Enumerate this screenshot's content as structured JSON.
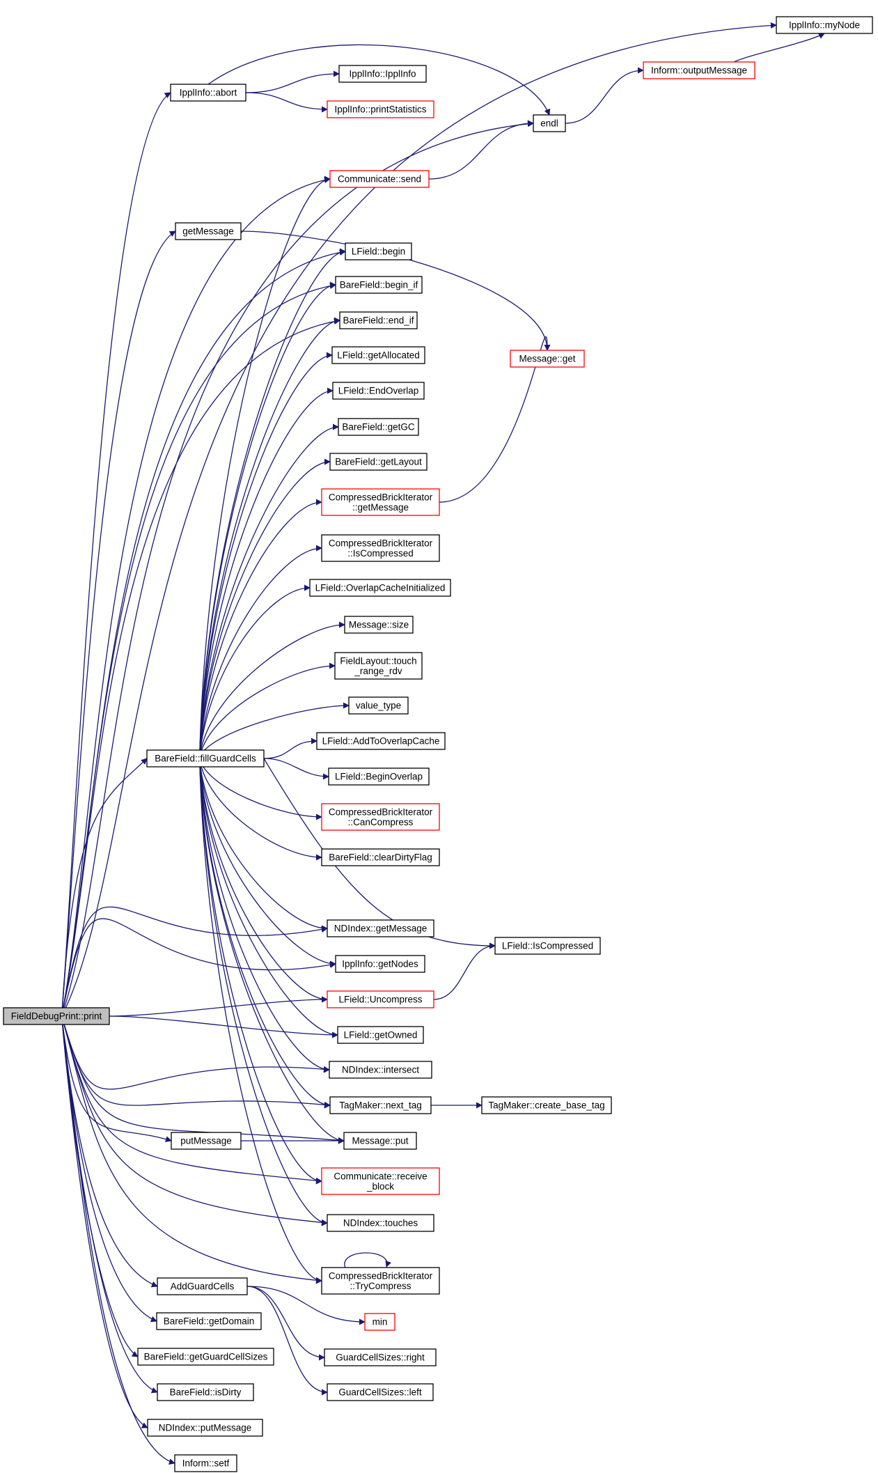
{
  "graph": {
    "root": "n0",
    "colors": {
      "edge": "#191970",
      "box_border": "#000000",
      "truncated_border": "#ff0000",
      "root_fill": "#bfbfbf"
    },
    "nodes": [
      {
        "id": "n0",
        "lines": [
          "FieldDebugPrint::print"
        ],
        "truncated": false,
        "root": true
      },
      {
        "id": "n1",
        "lines": [
          "IpplInfo::abort"
        ],
        "truncated": false
      },
      {
        "id": "n2",
        "lines": [
          "IpplInfo::myNode"
        ],
        "truncated": false
      },
      {
        "id": "n3",
        "lines": [
          "Inform::outputMessage"
        ],
        "truncated": true
      },
      {
        "id": "n4",
        "lines": [
          "IpplInfo::IpplInfo"
        ],
        "truncated": false
      },
      {
        "id": "n5",
        "lines": [
          "IpplInfo::printStatistics"
        ],
        "truncated": true
      },
      {
        "id": "n6",
        "lines": [
          "endl"
        ],
        "truncated": false
      },
      {
        "id": "n7",
        "lines": [
          "Communicate::send"
        ],
        "truncated": true
      },
      {
        "id": "n8",
        "lines": [
          "getMessage"
        ],
        "truncated": false
      },
      {
        "id": "n9",
        "lines": [
          "LField::begin"
        ],
        "truncated": false
      },
      {
        "id": "n10",
        "lines": [
          "BareField::begin_if"
        ],
        "truncated": false
      },
      {
        "id": "n11",
        "lines": [
          "BareField::end_if"
        ],
        "truncated": false
      },
      {
        "id": "n12",
        "lines": [
          "LField::getAllocated"
        ],
        "truncated": false
      },
      {
        "id": "n13",
        "lines": [
          "Message::get"
        ],
        "truncated": true
      },
      {
        "id": "n14",
        "lines": [
          "LField::EndOverlap"
        ],
        "truncated": false
      },
      {
        "id": "n15",
        "lines": [
          "BareField::getGC"
        ],
        "truncated": false
      },
      {
        "id": "n16",
        "lines": [
          "BareField::getLayout"
        ],
        "truncated": false
      },
      {
        "id": "n17",
        "lines": [
          "CompressedBrickIterator",
          "::getMessage"
        ],
        "truncated": true
      },
      {
        "id": "n18",
        "lines": [
          "CompressedBrickIterator",
          "::IsCompressed"
        ],
        "truncated": false
      },
      {
        "id": "n19",
        "lines": [
          "LField::OverlapCacheInitialized"
        ],
        "truncated": false
      },
      {
        "id": "n20",
        "lines": [
          "Message::size"
        ],
        "truncated": false
      },
      {
        "id": "n21",
        "lines": [
          "FieldLayout::touch",
          "_range_rdv"
        ],
        "truncated": false
      },
      {
        "id": "n22",
        "lines": [
          "value_type"
        ],
        "truncated": false
      },
      {
        "id": "n23",
        "lines": [
          "LField::AddToOverlapCache"
        ],
        "truncated": false
      },
      {
        "id": "n24",
        "lines": [
          "BareField::fillGuardCells"
        ],
        "truncated": false
      },
      {
        "id": "n25",
        "lines": [
          "LField::BeginOverlap"
        ],
        "truncated": false
      },
      {
        "id": "n26",
        "lines": [
          "CompressedBrickIterator",
          "::CanCompress"
        ],
        "truncated": true
      },
      {
        "id": "n27",
        "lines": [
          "BareField::clearDirtyFlag"
        ],
        "truncated": false
      },
      {
        "id": "n28",
        "lines": [
          "NDIndex::getMessage"
        ],
        "truncated": false
      },
      {
        "id": "n29",
        "lines": [
          "LField::IsCompressed"
        ],
        "truncated": false
      },
      {
        "id": "n30",
        "lines": [
          "IpplInfo::getNodes"
        ],
        "truncated": false
      },
      {
        "id": "n31",
        "lines": [
          "LField::Uncompress"
        ],
        "truncated": true
      },
      {
        "id": "n32",
        "lines": [
          "LField::getOwned"
        ],
        "truncated": false
      },
      {
        "id": "n33",
        "lines": [
          "NDIndex::intersect"
        ],
        "truncated": false
      },
      {
        "id": "n34",
        "lines": [
          "TagMaker::next_tag"
        ],
        "truncated": false
      },
      {
        "id": "n35",
        "lines": [
          "TagMaker::create_base_tag"
        ],
        "truncated": false
      },
      {
        "id": "n36",
        "lines": [
          "putMessage"
        ],
        "truncated": false
      },
      {
        "id": "n37",
        "lines": [
          "Message::put"
        ],
        "truncated": false
      },
      {
        "id": "n38",
        "lines": [
          "Communicate::receive",
          "_block"
        ],
        "truncated": true
      },
      {
        "id": "n39",
        "lines": [
          "NDIndex::touches"
        ],
        "truncated": false
      },
      {
        "id": "n40",
        "lines": [
          "CompressedBrickIterator",
          "::TryCompress"
        ],
        "truncated": false
      },
      {
        "id": "n41",
        "lines": [
          "AddGuardCells"
        ],
        "truncated": false
      },
      {
        "id": "n42",
        "lines": [
          "min"
        ],
        "truncated": true
      },
      {
        "id": "n43",
        "lines": [
          "BareField::getDomain"
        ],
        "truncated": false
      },
      {
        "id": "n44",
        "lines": [
          "GuardCellSizes::right"
        ],
        "truncated": false
      },
      {
        "id": "n45",
        "lines": [
          "BareField::getGuardCellSizes"
        ],
        "truncated": false
      },
      {
        "id": "n46",
        "lines": [
          "GuardCellSizes::left"
        ],
        "truncated": false
      },
      {
        "id": "n47",
        "lines": [
          "BareField::isDirty"
        ],
        "truncated": false
      },
      {
        "id": "n48",
        "lines": [
          "NDIndex::putMessage"
        ],
        "truncated": false
      },
      {
        "id": "n49",
        "lines": [
          "Inform::setf"
        ],
        "truncated": false
      }
    ],
    "edges": [
      [
        "n0",
        "n2"
      ],
      [
        "n0",
        "n1"
      ],
      [
        "n0",
        "n6"
      ],
      [
        "n0",
        "n7"
      ],
      [
        "n0",
        "n8"
      ],
      [
        "n0",
        "n9"
      ],
      [
        "n0",
        "n10"
      ],
      [
        "n0",
        "n11"
      ],
      [
        "n0",
        "n24"
      ],
      [
        "n0",
        "n28"
      ],
      [
        "n0",
        "n30"
      ],
      [
        "n0",
        "n31"
      ],
      [
        "n0",
        "n32"
      ],
      [
        "n0",
        "n33"
      ],
      [
        "n0",
        "n34"
      ],
      [
        "n0",
        "n36"
      ],
      [
        "n0",
        "n37"
      ],
      [
        "n0",
        "n38"
      ],
      [
        "n0",
        "n39"
      ],
      [
        "n0",
        "n40"
      ],
      [
        "n0",
        "n41"
      ],
      [
        "n0",
        "n43"
      ],
      [
        "n0",
        "n45"
      ],
      [
        "n0",
        "n47"
      ],
      [
        "n0",
        "n48"
      ],
      [
        "n0",
        "n49"
      ],
      [
        "n1",
        "n4"
      ],
      [
        "n1",
        "n5"
      ],
      [
        "n1",
        "n6"
      ],
      [
        "n3",
        "n2"
      ],
      [
        "n6",
        "n3"
      ],
      [
        "n7",
        "n6"
      ],
      [
        "n8",
        "n13"
      ],
      [
        "n17",
        "n13"
      ],
      [
        "n24",
        "n7"
      ],
      [
        "n24",
        "n9"
      ],
      [
        "n24",
        "n10"
      ],
      [
        "n24",
        "n11"
      ],
      [
        "n24",
        "n12"
      ],
      [
        "n24",
        "n14"
      ],
      [
        "n24",
        "n15"
      ],
      [
        "n24",
        "n16"
      ],
      [
        "n24",
        "n17"
      ],
      [
        "n24",
        "n18"
      ],
      [
        "n24",
        "n19"
      ],
      [
        "n24",
        "n20"
      ],
      [
        "n24",
        "n21"
      ],
      [
        "n24",
        "n22"
      ],
      [
        "n24",
        "n23"
      ],
      [
        "n24",
        "n25"
      ],
      [
        "n24",
        "n26"
      ],
      [
        "n24",
        "n27"
      ],
      [
        "n24",
        "n28"
      ],
      [
        "n24",
        "n29"
      ],
      [
        "n24",
        "n30"
      ],
      [
        "n24",
        "n31"
      ],
      [
        "n24",
        "n32"
      ],
      [
        "n24",
        "n33"
      ],
      [
        "n24",
        "n34"
      ],
      [
        "n24",
        "n37"
      ],
      [
        "n24",
        "n38"
      ],
      [
        "n24",
        "n39"
      ],
      [
        "n24",
        "n40"
      ],
      [
        "n31",
        "n29"
      ],
      [
        "n34",
        "n35"
      ],
      [
        "n36",
        "n37"
      ],
      [
        "n40",
        "n40"
      ],
      [
        "n41",
        "n42"
      ],
      [
        "n41",
        "n44"
      ],
      [
        "n41",
        "n46"
      ]
    ]
  }
}
